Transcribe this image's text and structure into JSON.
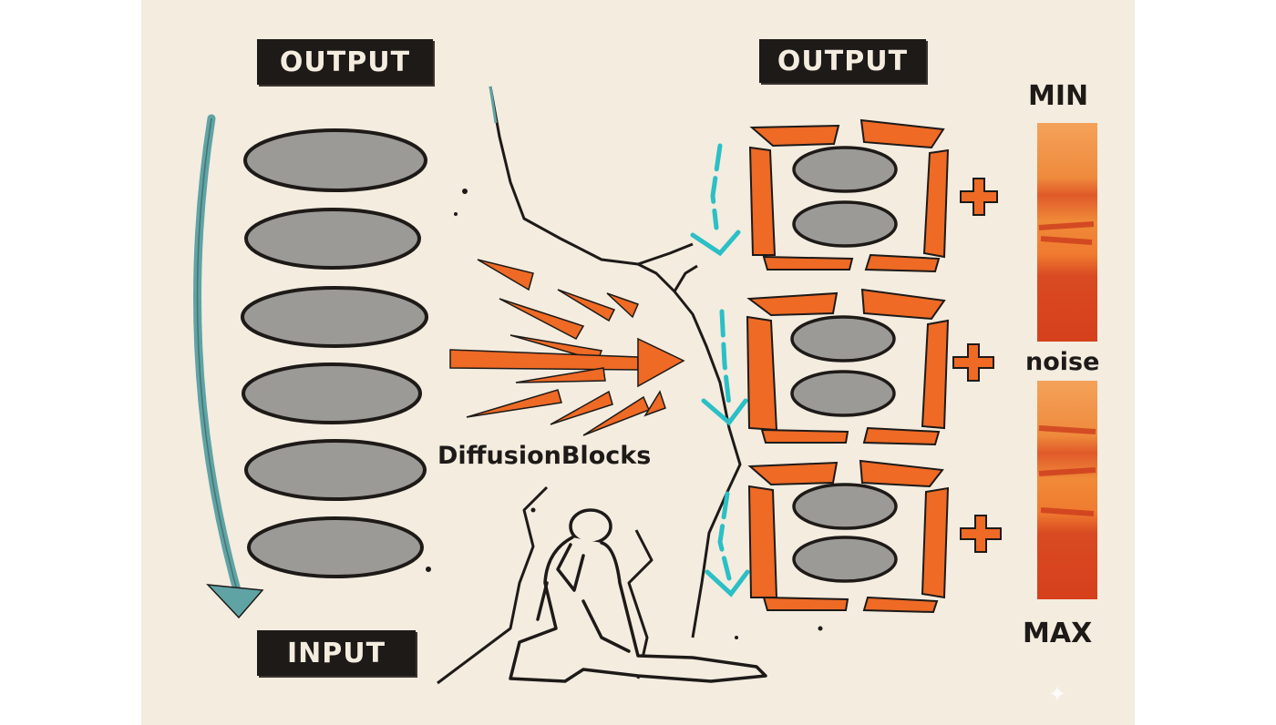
{
  "labels": {
    "left_top": "OUTPUT",
    "left_bottom": "INPUT",
    "right_top": "OUTPUT",
    "center": "DiffusionBlocks",
    "scale_top": "MIN",
    "scale_mid": "noise",
    "scale_bottom": "MAX"
  },
  "colors": {
    "paper": "#f4ecdf",
    "ink": "#1d1a18",
    "stone": "#9c9a96",
    "orange": "#ee6a25",
    "teal": "#5fa3a5",
    "cyan": "#2bbfc6",
    "scale_top": "#f4a25a",
    "scale_bottom": "#d6401c"
  },
  "icons": [
    "down-arrow-icon",
    "burst-arrow-icon",
    "plus-icon",
    "kneeling-figure-icon",
    "sparkle-icon"
  ],
  "layer_count": 6,
  "block_count": 3
}
